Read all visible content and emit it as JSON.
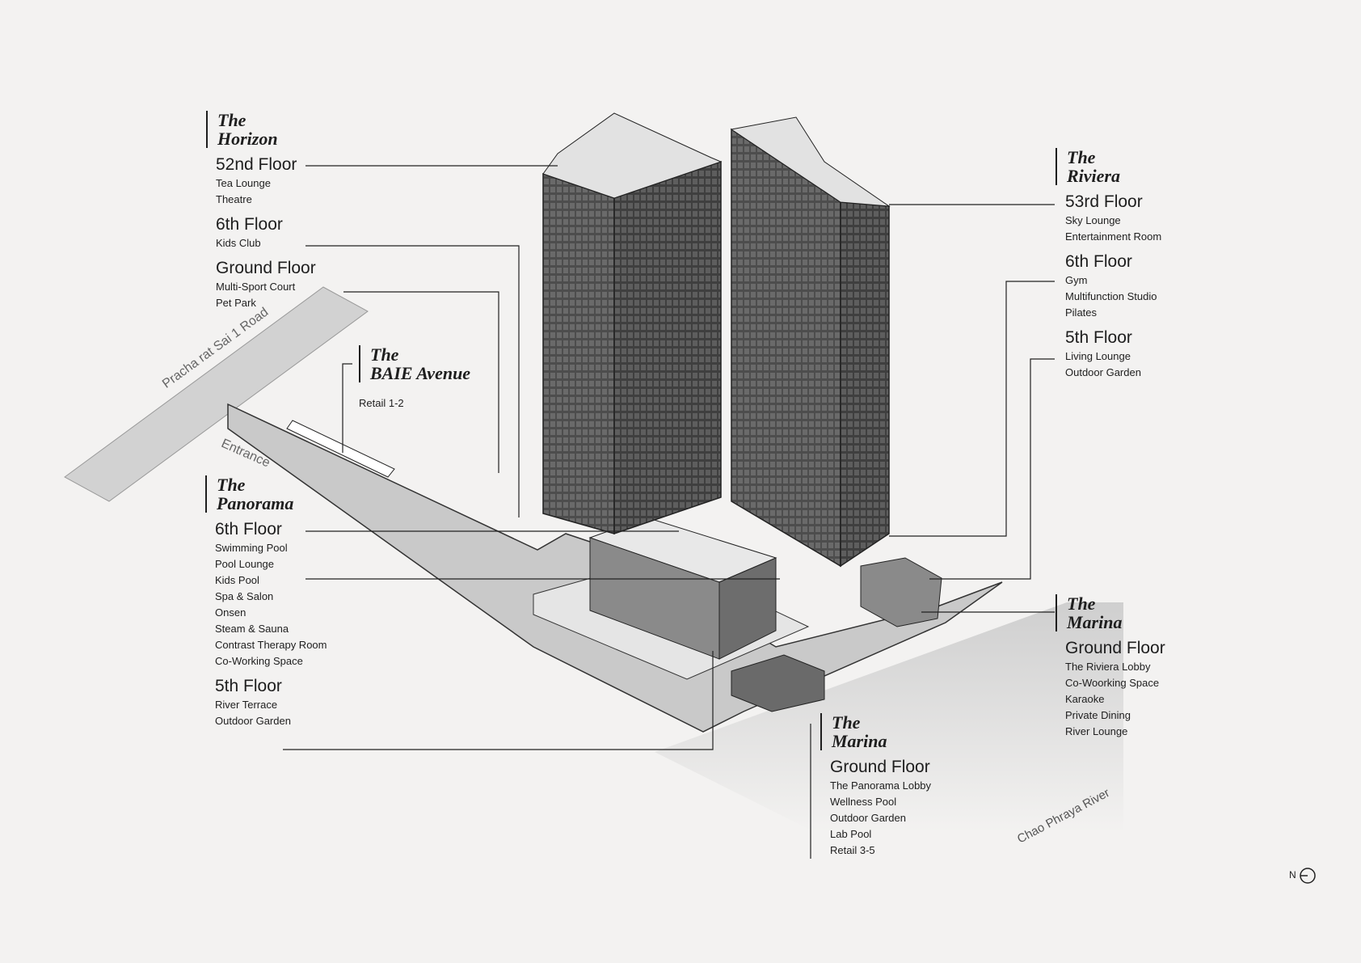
{
  "horizon": {
    "title_1": "The",
    "title_2": "Horizon",
    "f52": "52nd Floor",
    "f52_items": [
      "Tea Lounge",
      "Theatre"
    ],
    "f6": "6th Floor",
    "f6_items": [
      "Kids Club"
    ],
    "gf": "Ground Floor",
    "gf_items": [
      "Multi-Sport Court",
      "Pet Park"
    ]
  },
  "baie": {
    "title_1": "The",
    "title_2": "BAIE Avenue",
    "item": "Retail 1-2"
  },
  "panorama": {
    "title_1": "The",
    "title_2": "Panorama",
    "f6": "6th Floor",
    "f6_items": [
      "Swimming Pool",
      "Pool Lounge",
      "Kids Pool",
      "Spa & Salon",
      "Onsen",
      "Steam & Sauna",
      "Contrast Therapy Room",
      "Co-Working Space"
    ],
    "f5": "5th Floor",
    "f5_items": [
      "River Terrace",
      "Outdoor Garden"
    ]
  },
  "marina_left": {
    "title_1": "The",
    "title_2": "Marina",
    "gf": "Ground Floor",
    "gf_items": [
      "The Panorama Lobby",
      "Wellness Pool",
      "Outdoor Garden",
      "Lab Pool",
      "Retail 3-5"
    ]
  },
  "riviera": {
    "title_1": "The",
    "title_2": "Riviera",
    "f53": "53rd Floor",
    "f53_items": [
      "Sky Lounge",
      "Entertainment Room"
    ],
    "f6": "6th Floor",
    "f6_items": [
      "Gym",
      "Multifunction Studio",
      "Pilates"
    ],
    "f5": "5th Floor",
    "f5_items": [
      "Living Lounge",
      "Outdoor Garden"
    ]
  },
  "marina_right": {
    "title_1": "The",
    "title_2": "Marina",
    "gf": "Ground Floor",
    "gf_items": [
      "The Riviera Lobby",
      "Co-Woorking Space",
      "Karaoke",
      "Private Dining",
      "River Lounge"
    ]
  },
  "map": {
    "road": "Pracha rat Sai 1 Road",
    "entrance": "Entrance",
    "river": "Chao Phraya River",
    "north": "N"
  },
  "colors": {
    "background": "#f3f2f1",
    "ink": "#1e1e1e",
    "building": "#5a5a5a",
    "ground": "#d8d8d8"
  }
}
